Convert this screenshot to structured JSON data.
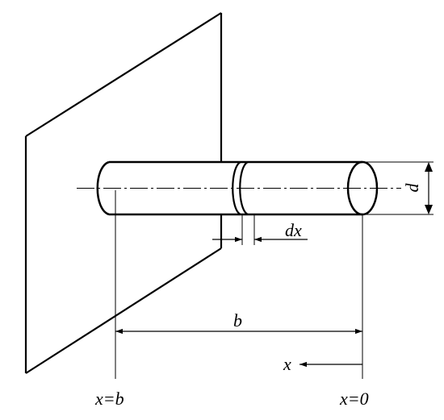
{
  "labels": {
    "diameter": "d",
    "element_thickness": "dx",
    "length": "b",
    "axis": "x",
    "end_fixed": "x=b",
    "end_free": "x=0"
  },
  "colors": {
    "line": "#000000",
    "background": "#ffffff"
  }
}
